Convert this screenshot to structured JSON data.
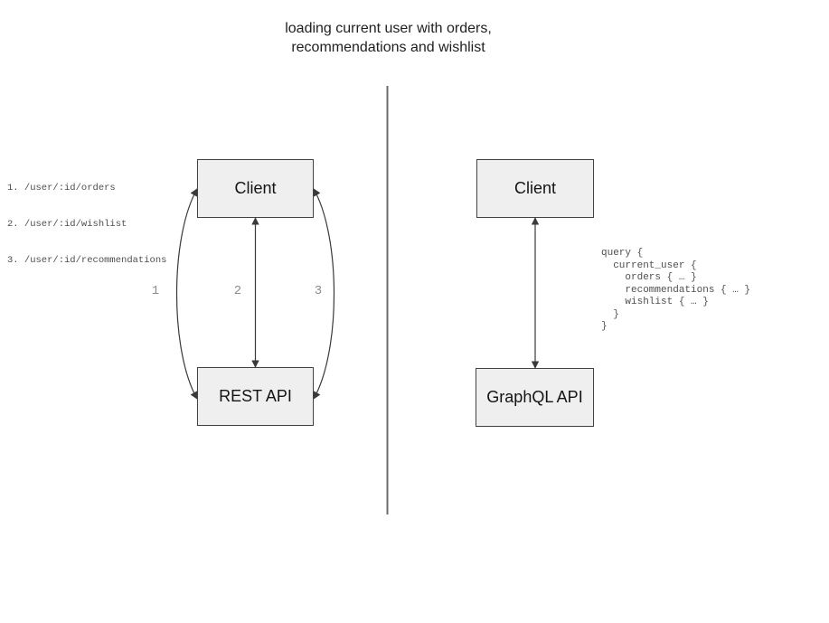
{
  "title": "loading current user with orders,\nrecommendations and wishlist",
  "rest_panel": {
    "client_label": "Client",
    "api_label": "REST API",
    "endpoints": [
      "1. /user/:id/orders",
      "2. /user/:id/wishlist",
      "3. /user/:id/recommendations"
    ],
    "arrow_labels": [
      "1",
      "2",
      "3"
    ]
  },
  "graphql_panel": {
    "client_label": "Client",
    "api_label": "GraphQL API",
    "query": "query {\n  current_user {\n    orders { … }\n    recommendations { … }\n    wishlist { … }\n  }\n}"
  },
  "colors": {
    "box_fill": "#efefef",
    "box_border": "#424242",
    "arrow": "#3a3a3a",
    "divider": "#6b6b6b",
    "arrow_number_text": "#8c8c8c",
    "code_text": "#4f4f4f",
    "title_text": "#1f1f1f"
  }
}
